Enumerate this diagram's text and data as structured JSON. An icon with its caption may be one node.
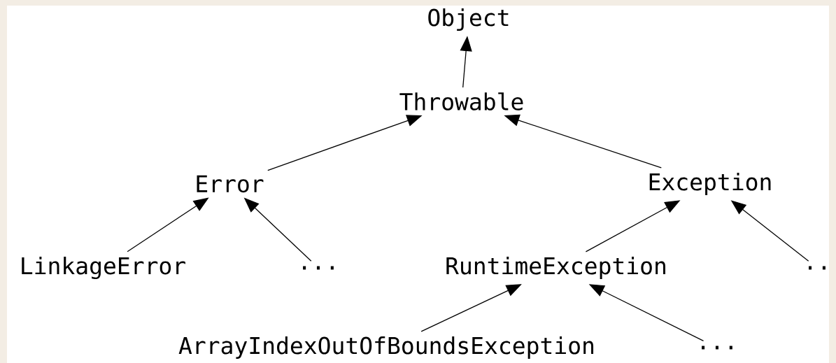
{
  "diagram": {
    "nodes": [
      {
        "text": [
          "Object"
        ]
      },
      {
        "text": [
          "Throwable"
        ]
      },
      {
        "text": [
          "Error"
        ]
      },
      {
        "text": [
          "Exception"
        ]
      },
      {
        "text": [
          "LinkageError"
        ]
      },
      {
        "text": [
          "..."
        ]
      },
      {
        "text": [
          "RuntimeException"
        ]
      },
      {
        "text": [
          ".."
        ]
      },
      {
        "text": [
          "ArrayIndexOutOfBoundsException"
        ]
      },
      {
        "text": [
          "..."
        ]
      }
    ],
    "edges": [
      {
        "from": 1,
        "to": 0,
        "arrow": "to"
      },
      {
        "from": 2,
        "to": 1,
        "arrow": "to"
      },
      {
        "from": 3,
        "to": 1,
        "arrow": "to"
      },
      {
        "from": 4,
        "to": 2,
        "arrow": "to"
      },
      {
        "from": 5,
        "to": 2,
        "arrow": "to"
      },
      {
        "from": 6,
        "to": 3,
        "arrow": "to"
      },
      {
        "from": 7,
        "to": 3,
        "arrow": "to"
      },
      {
        "from": 8,
        "to": 6,
        "arrow": "to"
      },
      {
        "from": 9,
        "to": 6,
        "arrow": "to"
      }
    ]
  }
}
